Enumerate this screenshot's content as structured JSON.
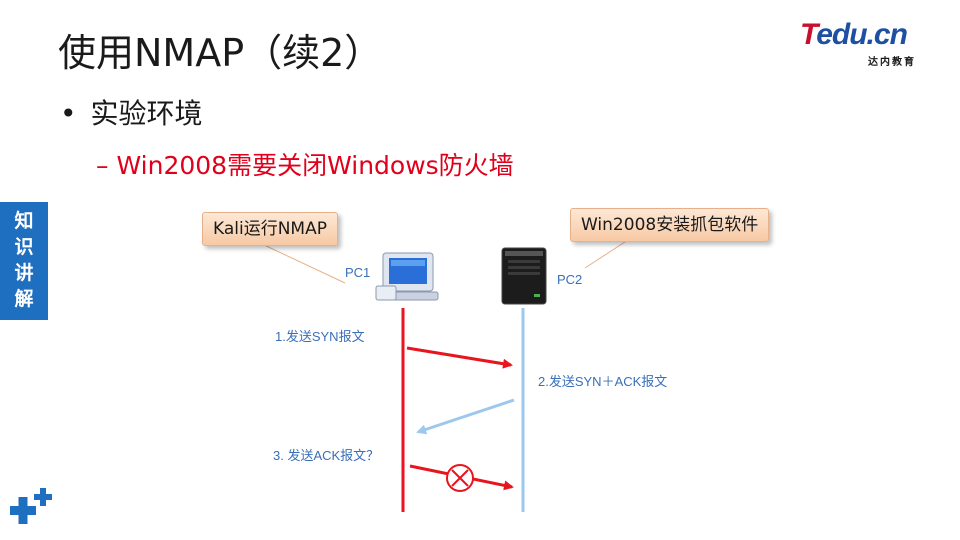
{
  "slide": {
    "title": "使用NMAP（续2）",
    "bullet": "实验环境",
    "sub_bullet": "Win2008需要关闭Windows防火墙"
  },
  "logo": {
    "brand_letter": "T",
    "brand_rest": "edu.cn",
    "tagline": "达内教育"
  },
  "side_tab": [
    "知",
    "识",
    "讲",
    "解"
  ],
  "diagram": {
    "callout_pc1": "Kali运行NMAP",
    "callout_pc2": "Win2008安装抓包软件",
    "pc1_label": "PC1",
    "pc2_label": "PC2",
    "step1": "1.发送SYN报文",
    "step2": "2.发送SYN＋ACK报文",
    "step3": "3. 发送ACK报文？",
    "colors": {
      "pc1_line": "#e8141e",
      "pc2_line": "#9cc8ee",
      "label": "#3a6fb8",
      "block_mark": "#e8141e"
    }
  }
}
